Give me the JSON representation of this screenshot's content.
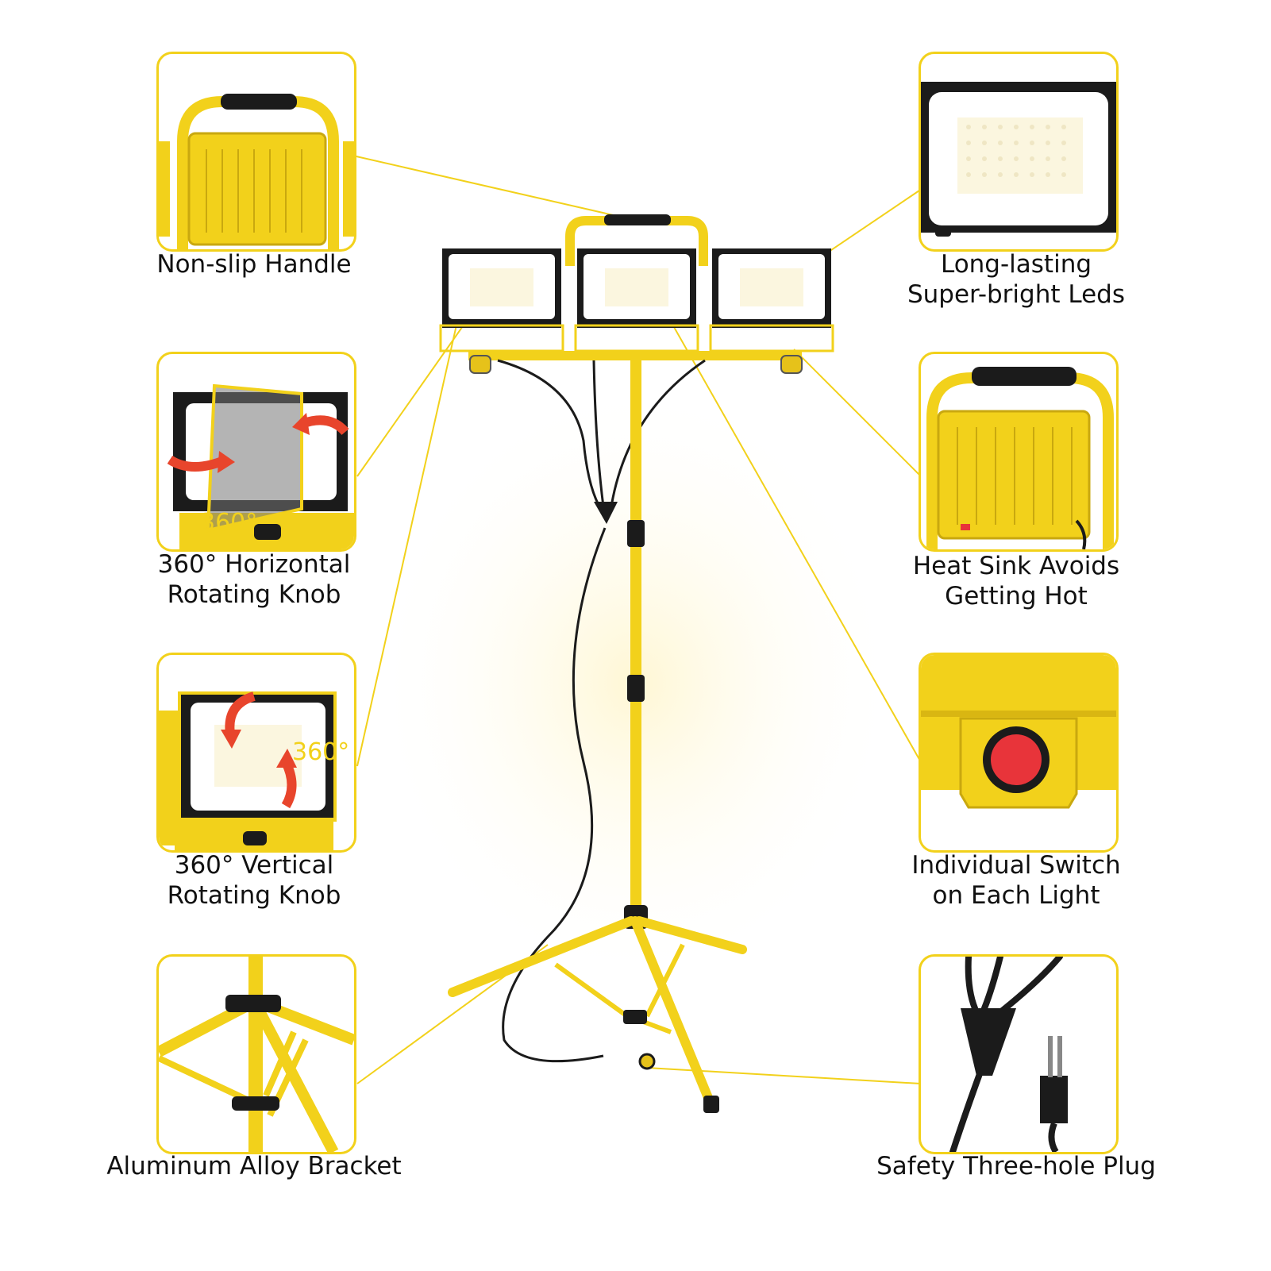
{
  "features": [
    {
      "id": "handle",
      "lines": [
        "Non-slip Handle"
      ]
    },
    {
      "id": "leds",
      "lines": [
        "Long-lasting",
        "Super-bright Leds"
      ]
    },
    {
      "id": "horizontal_knob",
      "lines": [
        "360° Horizontal",
        "Rotating Knob"
      ],
      "badge": "360°"
    },
    {
      "id": "heat_sink",
      "lines": [
        "Heat Sink Avoids",
        "Getting Hot"
      ]
    },
    {
      "id": "vertical_knob",
      "lines": [
        "360° Vertical",
        "Rotating Knob"
      ],
      "badge": "360°"
    },
    {
      "id": "switch",
      "lines": [
        "Individual Switch",
        "on Each Light"
      ]
    },
    {
      "id": "bracket",
      "lines": [
        "Aluminum Alloy Bracket"
      ]
    },
    {
      "id": "plug",
      "lines": [
        "Safety Three-hole Plug"
      ]
    }
  ],
  "colors": {
    "accent": "#f2d11b",
    "frame": "#1b1b1b",
    "switch": "#e8343a",
    "arrow": "#e8452c"
  }
}
